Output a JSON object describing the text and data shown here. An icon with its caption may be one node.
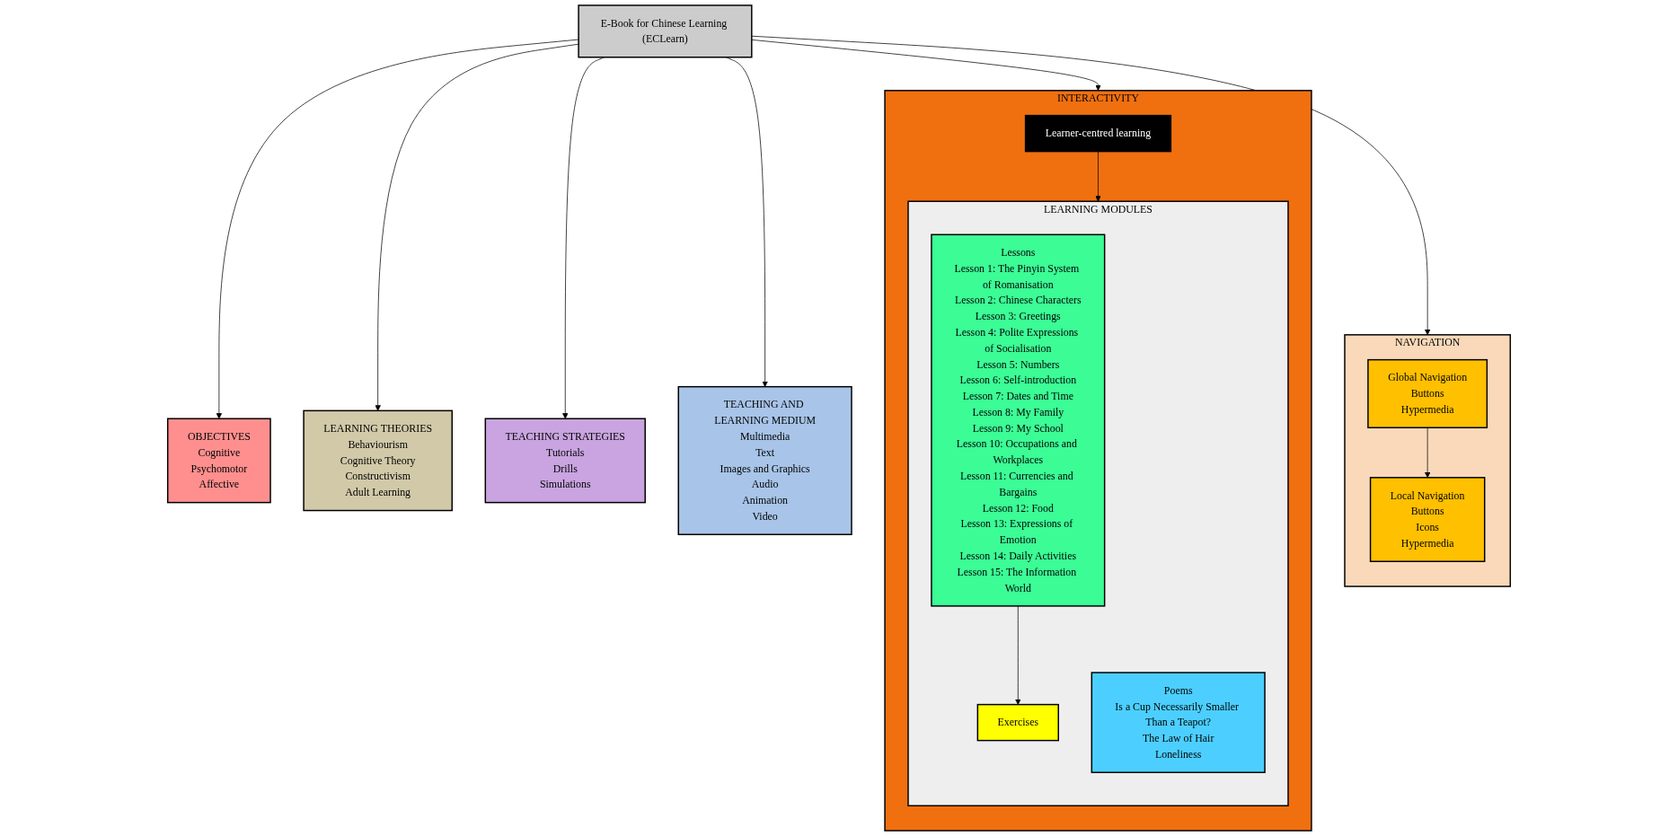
{
  "diagram": {
    "nodes": [
      {
        "text": [
          "E-Book for Chinese Learning (ECLearn)"
        ]
      },
      {
        "text": [
          "OBJECTIVES",
          "Cognitive",
          "Psychomotor",
          "Affective"
        ]
      },
      {
        "text": [
          "LEARNING THEORIES",
          "Behaviourism",
          "Cognitive Theory",
          "Constructivism",
          "Adult Learning"
        ]
      },
      {
        "text": [
          "TEACHING STRATEGIES",
          "Tutorials",
          "Drills",
          "Simulations"
        ]
      },
      {
        "text": [
          "INTERACTIVITY"
        ]
      },
      {
        "text": [
          "Learner-centred learning"
        ],
        "in": 4
      },
      {
        "text": [
          "LEARNING MODULES"
        ],
        "in": 4
      },
      {
        "text": [
          "Lessons",
          "Lesson 1: The Pinyin System of Romanisation",
          "Lesson 2: Chinese Characters",
          "Lesson 3: Greetings",
          "Lesson 4: Polite Expressions of Socialisation",
          "Lesson 5: Numbers",
          "Lesson 6: Self-introduction",
          "Lesson 7: Dates and Time",
          "Lesson 8: My Family",
          "Lesson 9: My School",
          "Lesson 10: Occupations and Workplaces",
          "Lesson 11: Currencies and Bargains",
          "Lesson 12: Food",
          "Lesson 13: Expressions of Emotion",
          "Lesson 14: Daily Activities",
          "Lesson 15: The Information World"
        ],
        "in": 6
      },
      {
        "text": [
          "Poems",
          "Is a Cup Necessarily Smaller Than a Teapot?",
          "The Law of Hair",
          "Loneliness"
        ],
        "in": 6
      },
      {
        "text": [
          "Exercises"
        ],
        "in": 6
      },
      {
        "text": [
          "NAVIGATION"
        ]
      },
      {
        "text": [
          "Global Navigation",
          "Buttons",
          "Hypermedia"
        ],
        "in": 10
      },
      {
        "text": [
          "Local Navigation",
          "Buttons",
          "Icons",
          "Hypermedia"
        ],
        "in": 10
      },
      {
        "text": [
          "TEACHING AND LEARNING MEDIUM",
          "Multimedia",
          "Text",
          "Images and Graphics",
          "Audio",
          "Animation",
          "Video"
        ]
      }
    ],
    "edges": [
      {
        "from": 0,
        "to": 1,
        "arrow": "to"
      },
      {
        "from": 0,
        "to": 2,
        "arrow": "to"
      },
      {
        "from": 0,
        "to": 3,
        "arrow": "to"
      },
      {
        "from": 0,
        "to": 4,
        "arrow": "to"
      },
      {
        "from": 0,
        "to": 10,
        "arrow": "to"
      },
      {
        "from": 0,
        "to": 13,
        "arrow": "to"
      },
      {
        "from": 5,
        "to": 6,
        "arrow": "to"
      },
      {
        "from": 7,
        "to": 9,
        "arrow": "to"
      },
      {
        "from": 11,
        "to": 12,
        "arrow": "to"
      }
    ]
  }
}
